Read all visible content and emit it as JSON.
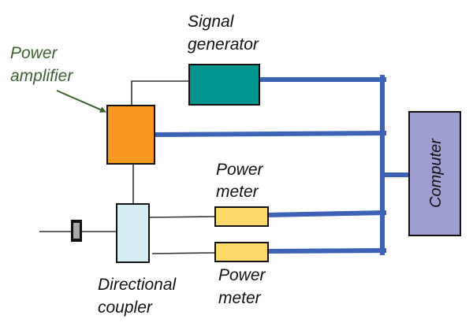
{
  "diagram": {
    "type": "block-diagram",
    "colors": {
      "bus": "#3c63b5",
      "thin_line": "#333333",
      "border": "#111111",
      "label_green": "#3d6030",
      "signal_generator": "#00968f",
      "power_amplifier": "#f7991e",
      "directional_coupler": "#d4ecf4",
      "power_meter": "#fdd96b",
      "computer": "#9e9ed2",
      "attenuator_fill": "#a8a8a8"
    },
    "nodes": {
      "power_amplifier": {
        "label_line1": "Power",
        "label_line2": "amplifier"
      },
      "signal_generator": {
        "label_line1": "Signal",
        "label_line2": "generator"
      },
      "computer": {
        "label": "Computer"
      },
      "power_meter_top": {
        "label_line1": "Power",
        "label_line2": "meter"
      },
      "power_meter_bottom": {
        "label_line1": "Power",
        "label_line2": "meter"
      },
      "directional_coupler": {
        "label_line1": "Directional",
        "label_line2": "coupler"
      },
      "attenuator": {
        "label": ""
      }
    },
    "edges": [
      {
        "from": "signal_generator",
        "to": "power_amplifier",
        "style": "thin"
      },
      {
        "from": "power_amplifier",
        "to": "directional_coupler",
        "style": "thin"
      },
      {
        "from": "input",
        "to": "attenuator",
        "style": "thin"
      },
      {
        "from": "attenuator",
        "to": "directional_coupler",
        "style": "thin"
      },
      {
        "from": "directional_coupler",
        "to": "power_meter_top",
        "style": "thin"
      },
      {
        "from": "directional_coupler",
        "to": "power_meter_bottom",
        "style": "thin"
      },
      {
        "from": "signal_generator",
        "to": "computer",
        "style": "bus"
      },
      {
        "from": "power_amplifier",
        "to": "computer",
        "style": "bus"
      },
      {
        "from": "power_meter_top",
        "to": "computer",
        "style": "bus"
      },
      {
        "from": "power_meter_bottom",
        "to": "computer",
        "style": "bus"
      }
    ]
  }
}
